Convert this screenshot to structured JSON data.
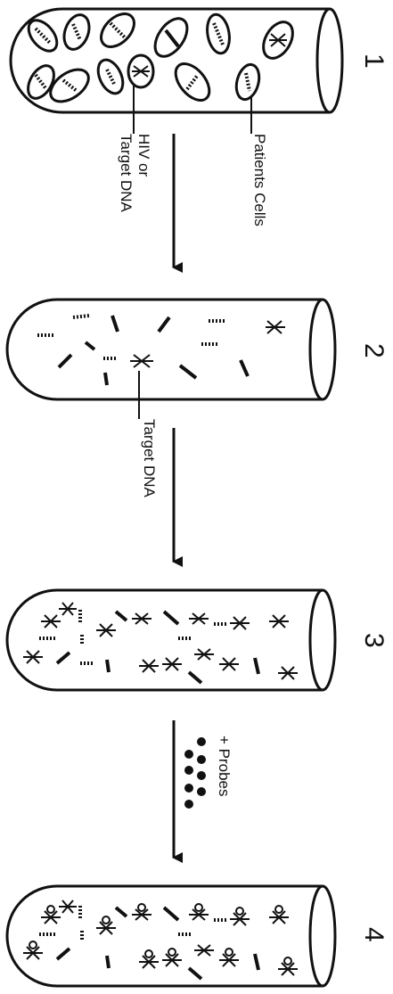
{
  "steps": [
    {
      "number": "1"
    },
    {
      "number": "2"
    },
    {
      "number": "3"
    },
    {
      "number": "4"
    }
  ],
  "labels": {
    "patients_cells": "Patients Cells",
    "hiv_target_line1": "HIV or",
    "hiv_target_line2": "Target DNA",
    "target_dna": "Target DNA",
    "probes": "+ Probes"
  },
  "colors": {
    "ink": "#111111",
    "background": "#ffffff"
  }
}
